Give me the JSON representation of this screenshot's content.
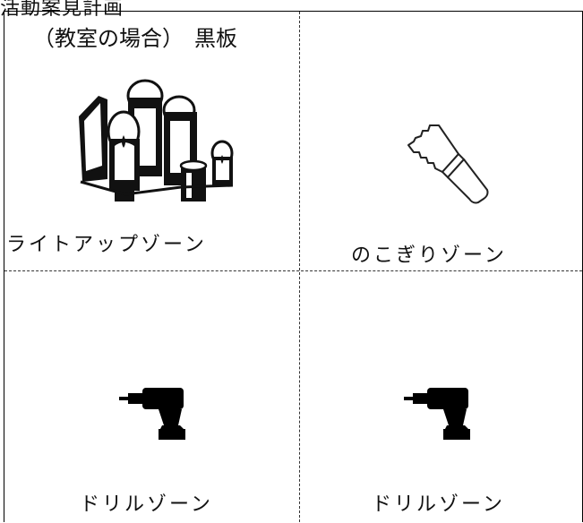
{
  "document": {
    "title": "活動案見計画"
  },
  "cells": {
    "top_left": {
      "note": "（教室の場合）　黒板",
      "label": "ライトアップゾーン",
      "icon": "candles-icon"
    },
    "top_right": {
      "label": "のこぎりゾーン",
      "icon": "saw-icon"
    },
    "bottom_left": {
      "label": "ドリルゾーン",
      "icon": "drill-icon"
    },
    "bottom_right": {
      "label": "ドリルゾーン",
      "icon": "drill-icon"
    }
  },
  "colors": {
    "border": "#000000",
    "ink": "#111111"
  }
}
